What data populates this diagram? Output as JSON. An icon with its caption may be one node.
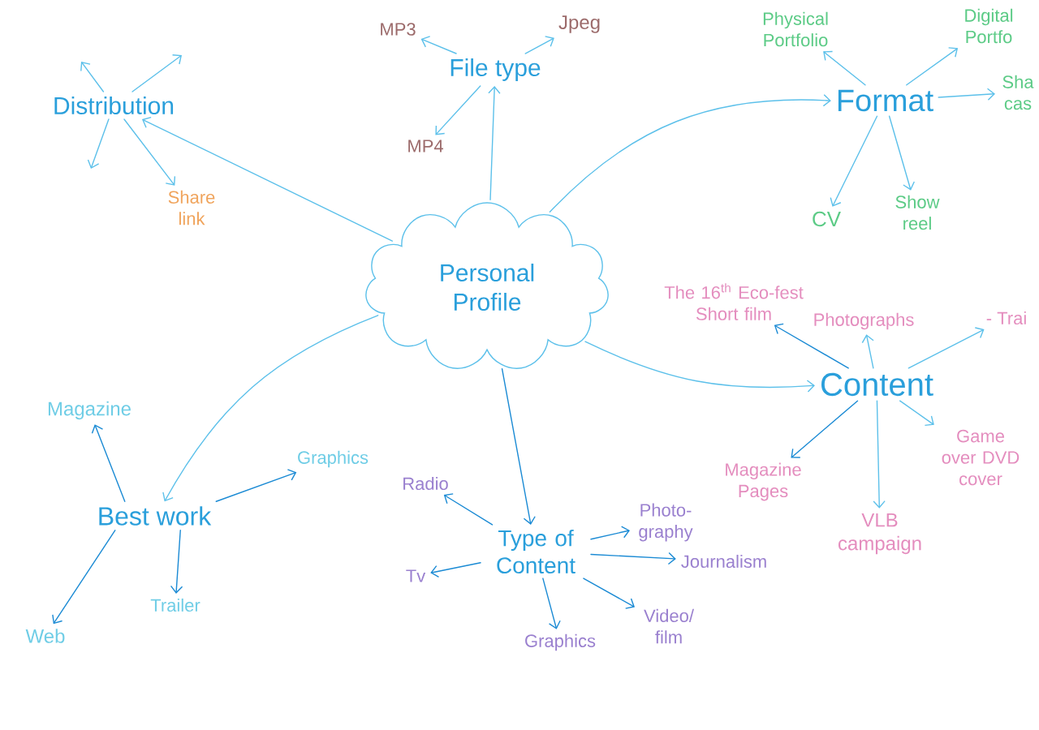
{
  "diagram": {
    "nodes": [
      {
        "text": [
          "Distribution"
        ]
      },
      {
        "text": [
          "Share link"
        ]
      },
      {
        "text": [
          "File type"
        ]
      },
      {
        "text": [
          "MP3"
        ]
      },
      {
        "text": [
          "Jpeg"
        ]
      },
      {
        "text": [
          "MP4"
        ]
      },
      {
        "text": [
          "Format"
        ]
      },
      {
        "text": [
          "Physical Portfolio"
        ]
      },
      {
        "text": [
          "Digital Portfo"
        ]
      },
      {
        "text": [
          "Sha cas"
        ]
      },
      {
        "text": [
          "CV"
        ]
      },
      {
        "text": [
          "Show reel"
        ]
      },
      {
        "text": [
          "Personal Profile"
        ]
      },
      {
        "text": [
          "Content"
        ]
      },
      {
        "text": [
          "The 16$^{th}$ Eco-fest Short film"
        ]
      },
      {
        "text": [
          "Photographs"
        ]
      },
      {
        "text": [
          "- Trai"
        ]
      },
      {
        "text": [
          "Magazine Pages"
        ]
      },
      {
        "text": [
          "VLB campaign"
        ]
      },
      {
        "text": [
          "Game over DVD cover"
        ]
      },
      {
        "text": [
          "Best work"
        ]
      },
      {
        "text": [
          "Magazine"
        ]
      },
      {
        "text": [
          "Web"
        ]
      },
      {
        "text": [
          "Trailer"
        ]
      },
      {
        "text": [
          "Graphics"
        ]
      },
      {
        "text": [
          "Type of Content"
        ]
      },
      {
        "text": [
          "Radio"
        ]
      },
      {
        "text": [
          "Tv"
        ]
      },
      {
        "text": [
          "Photo- graphy"
        ]
      },
      {
        "text": [
          "Journalism"
        ]
      },
      {
        "text": [
          "Video/ film"
        ]
      },
      {
        "text": [
          "Graphics"
        ]
      }
    ],
    "edges": [
      {
        "from": 12,
        "to": 0,
        "arrow": "to"
      },
      {
        "from": 12,
        "to": 2,
        "arrow": "to"
      },
      {
        "from": 12,
        "to": 6,
        "arrow": "to"
      },
      {
        "from": 12,
        "to": 13,
        "arrow": "to"
      },
      {
        "from": 12,
        "to": 25,
        "arrow": "to",
        "color": "#1a8ad4"
      },
      {
        "from": 12,
        "to": 20,
        "arrow": "to"
      },
      {
        "from": 0,
        "to": null,
        "arrow": "to"
      },
      {
        "from": 0,
        "to": null,
        "arrow": "to"
      },
      {
        "from": 0,
        "to": null,
        "arrow": "to"
      },
      {
        "from": 0,
        "to": 1,
        "arrow": "to"
      },
      {
        "from": 2,
        "to": 3,
        "arrow": "to"
      },
      {
        "from": 2,
        "to": 4,
        "arrow": "to"
      },
      {
        "from": 2,
        "to": 5,
        "arrow": "to"
      },
      {
        "from": 6,
        "to": 7,
        "arrow": "to"
      },
      {
        "from": 6,
        "to": 8,
        "arrow": "to"
      },
      {
        "from": 6,
        "to": 9,
        "arrow": "to"
      },
      {
        "from": 6,
        "to": 10,
        "arrow": "to"
      },
      {
        "from": 6,
        "to": 11,
        "arrow": "to"
      },
      {
        "from": 13,
        "to": 14,
        "arrow": "to",
        "color": "#1a8ad4"
      },
      {
        "from": 13,
        "to": 15,
        "arrow": "to"
      },
      {
        "from": 13,
        "to": 16,
        "arrow": "to"
      },
      {
        "from": 13,
        "to": 17,
        "arrow": "to",
        "color": "#1a8ad4"
      },
      {
        "from": 13,
        "to": 18,
        "arrow": "to"
      },
      {
        "from": 13,
        "to": 19,
        "arrow": "to"
      },
      {
        "from": 20,
        "to": 21,
        "arrow": "to",
        "color": "#1a8ad4"
      },
      {
        "from": 20,
        "to": 22,
        "arrow": "to",
        "color": "#1a8ad4"
      },
      {
        "from": 20,
        "to": 23,
        "arrow": "to",
        "color": "#1a8ad4"
      },
      {
        "from": 20,
        "to": 24,
        "arrow": "to",
        "color": "#1a8ad4"
      },
      {
        "from": 25,
        "to": 26,
        "arrow": "to",
        "color": "#1a8ad4"
      },
      {
        "from": 25,
        "to": 27,
        "arrow": "to",
        "color": "#1a8ad4"
      },
      {
        "from": 25,
        "to": 28,
        "arrow": "to",
        "color": "#1a8ad4"
      },
      {
        "from": 25,
        "to": 29,
        "arrow": "to",
        "color": "#1a8ad4"
      },
      {
        "from": 25,
        "to": 30,
        "arrow": "to",
        "color": "#1a8ad4"
      },
      {
        "from": 25,
        "to": 31,
        "arrow": "to",
        "color": "#1a8ad4"
      }
    ]
  }
}
